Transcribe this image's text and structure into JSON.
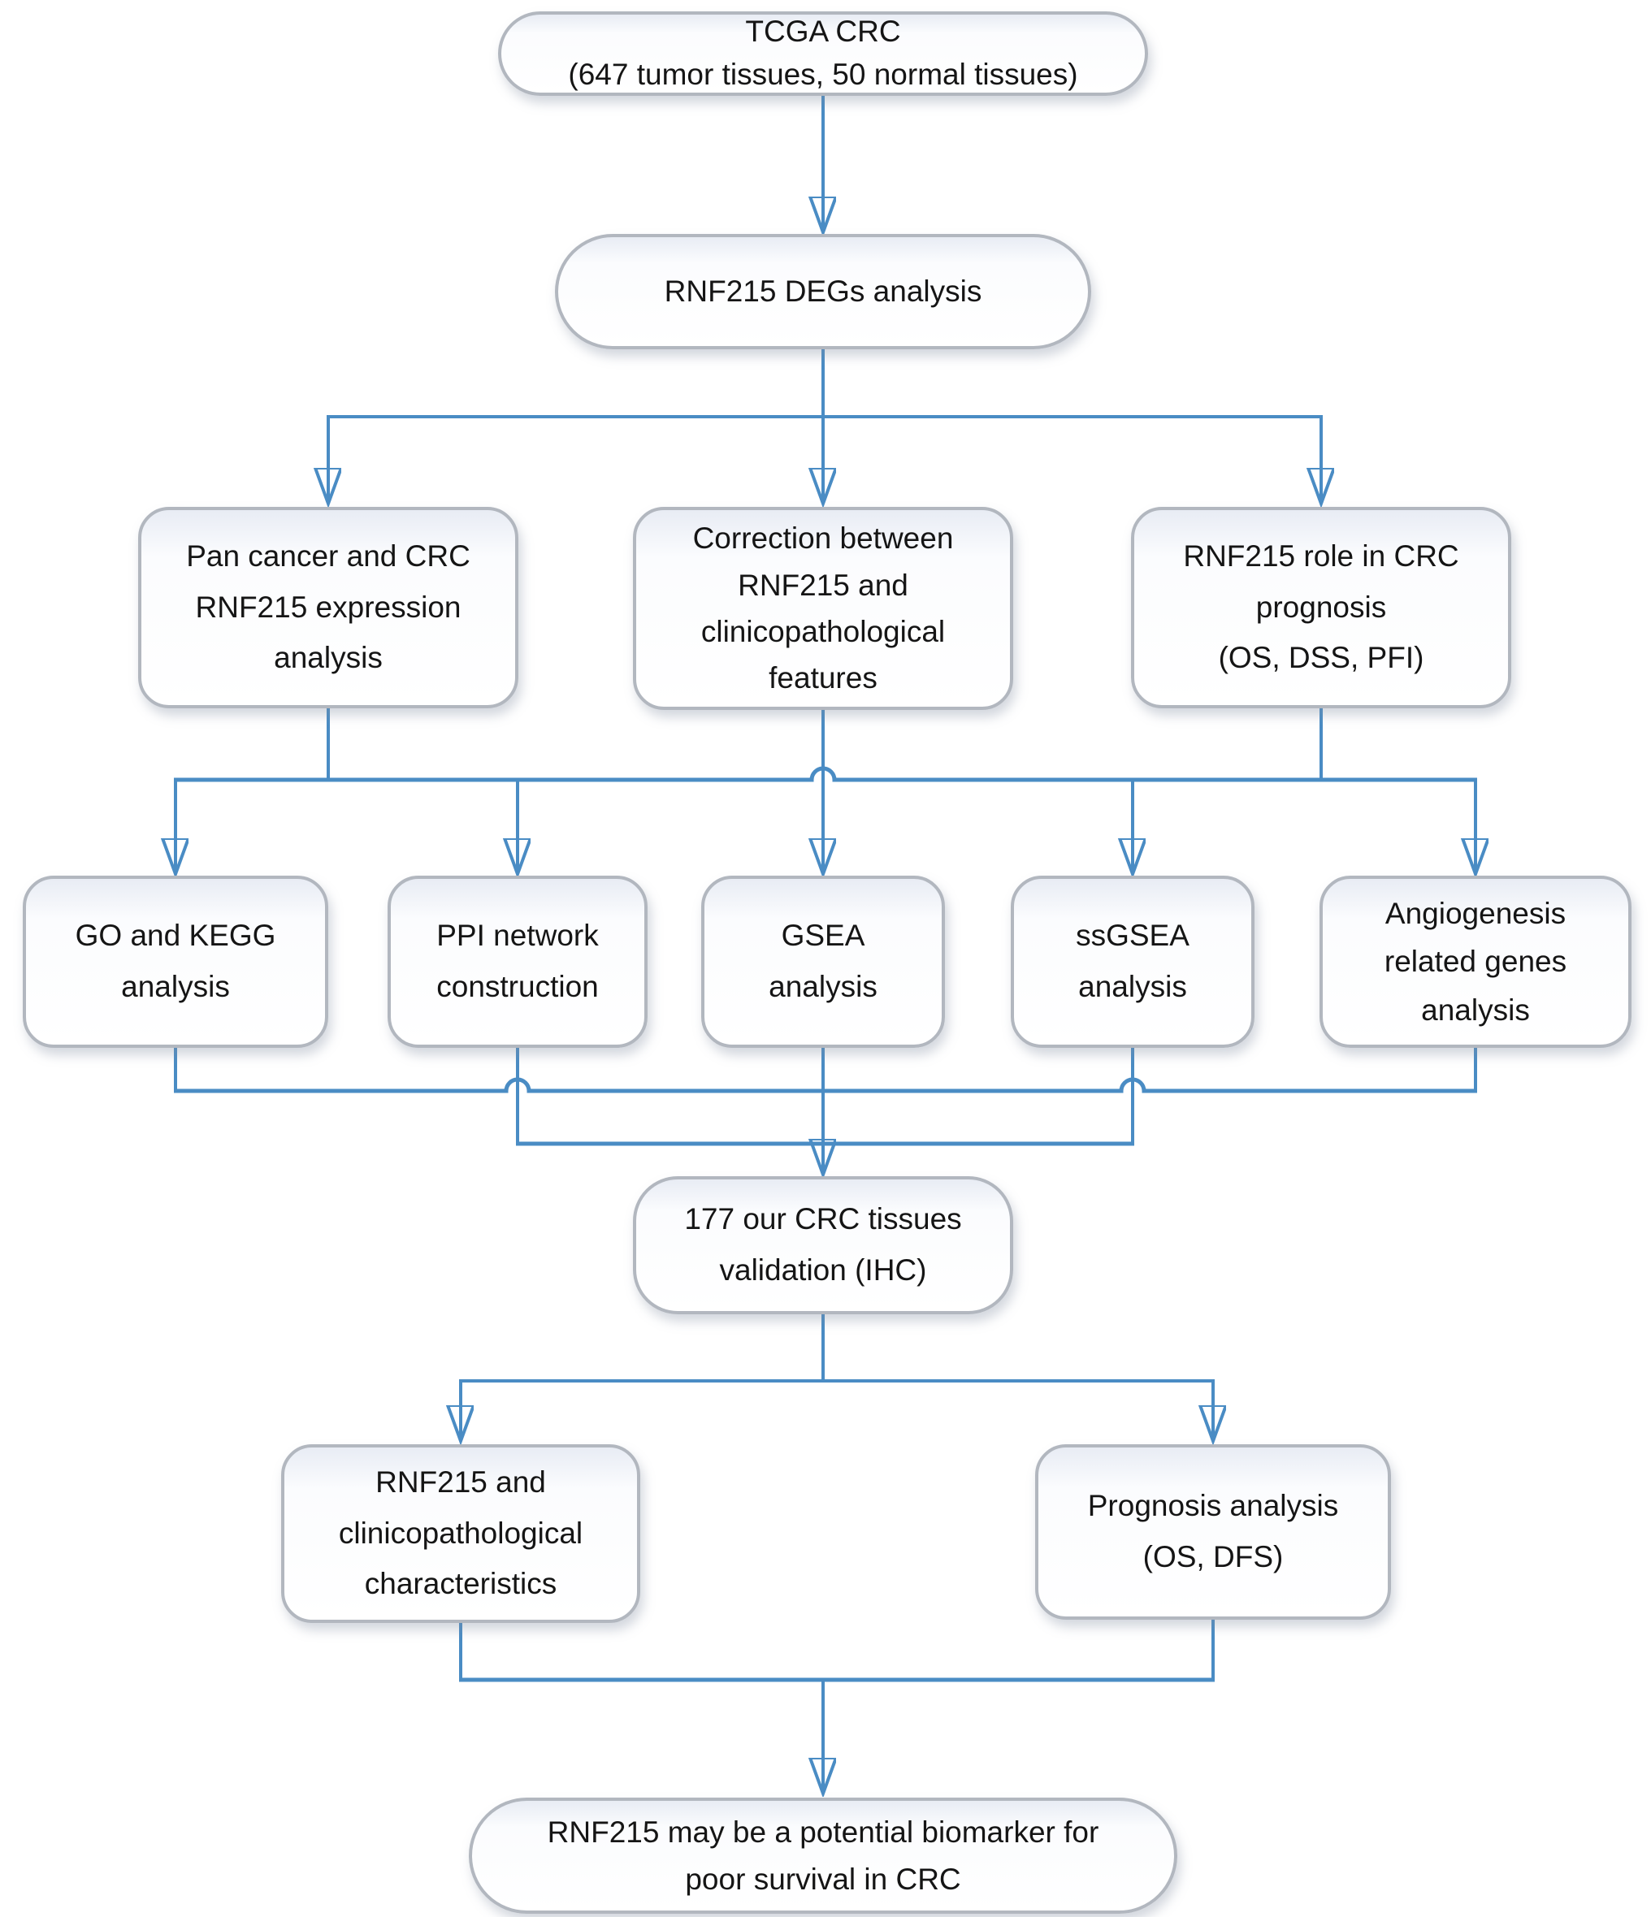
{
  "figure": {
    "type": "flowchart",
    "title": "RNF215 CRC study workflow"
  },
  "colors": {
    "connector": "#4a8cc4",
    "node_border": "#b2b7bf",
    "node_fill": "#ffffff",
    "text": "#151515",
    "background": "#ffffff"
  },
  "nodes": {
    "tcga": {
      "lines": [
        "TCGA CRC",
        "(647 tumor tissues, 50 normal tissues)"
      ]
    },
    "degs": {
      "lines": [
        "RNF215 DEGs analysis"
      ]
    },
    "pan_cancer": {
      "lines": [
        "Pan cancer and CRC",
        "RNF215 expression",
        "analysis"
      ]
    },
    "correction": {
      "lines": [
        "Correction between",
        "RNF215 and",
        "clinicopathological",
        "features"
      ]
    },
    "prognosis_role": {
      "lines": [
        "RNF215 role in CRC",
        "prognosis",
        "(OS, DSS, PFI)"
      ]
    },
    "go_kegg": {
      "lines": [
        "GO and KEGG",
        "analysis"
      ]
    },
    "ppi": {
      "lines": [
        "PPI network",
        "construction"
      ]
    },
    "gsea": {
      "lines": [
        "GSEA",
        "analysis"
      ]
    },
    "ssgsea": {
      "lines": [
        "ssGSEA",
        "analysis"
      ]
    },
    "angiogenesis": {
      "lines": [
        "Angiogenesis",
        "related genes",
        "analysis"
      ]
    },
    "ihc_validation": {
      "lines": [
        "177 our CRC tissues",
        "validation (IHC)"
      ]
    },
    "clinicopathological": {
      "lines": [
        "RNF215 and",
        "clinicopathological",
        "characteristics"
      ]
    },
    "prognosis_analysis": {
      "lines": [
        "Prognosis analysis",
        "(OS, DFS)"
      ]
    },
    "conclusion": {
      "lines": [
        "RNF215 may be a potential biomarker for",
        "poor survival in CRC"
      ]
    }
  }
}
